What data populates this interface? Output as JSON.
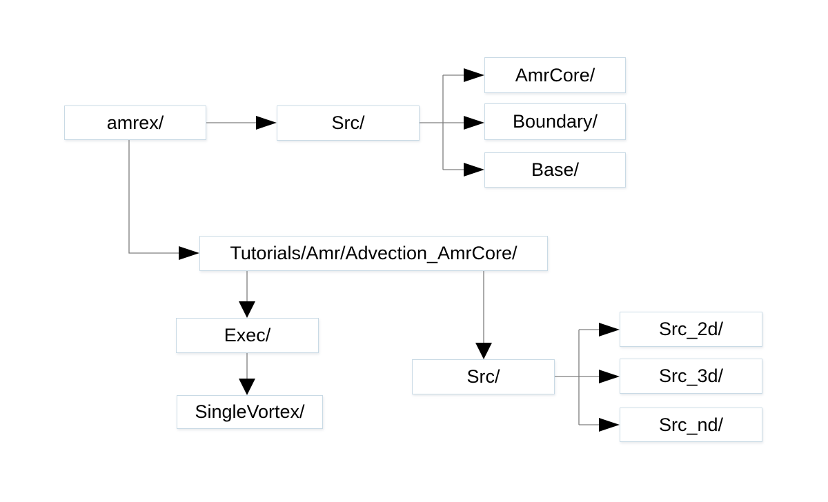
{
  "diagram": {
    "description": "Directory tree flowchart of the amrex source repository",
    "colors": {
      "background": "#ffffff",
      "box_fill": "#ffffff",
      "box_border": "#c9dae5",
      "connector": "#7d7d7d",
      "arrowhead": "#000000",
      "text": "#000000"
    },
    "nodes": {
      "amrex": "amrex/",
      "src_top": "Src/",
      "amrcore": "AmrCore/",
      "boundary": "Boundary/",
      "base": "Base/",
      "tutorials": "Tutorials/Amr/Advection_AmrCore/",
      "exec": "Exec/",
      "singlevortex": "SingleVortex/",
      "src_bottom": "Src/",
      "src_2d": "Src_2d/",
      "src_3d": "Src_3d/",
      "src_nd": "Src_nd/"
    },
    "edges": [
      {
        "from": "amrex",
        "to": "src_top"
      },
      {
        "from": "src_top",
        "to": "amrcore"
      },
      {
        "from": "src_top",
        "to": "boundary"
      },
      {
        "from": "src_top",
        "to": "base"
      },
      {
        "from": "amrex",
        "to": "tutorials"
      },
      {
        "from": "tutorials",
        "to": "exec"
      },
      {
        "from": "exec",
        "to": "singlevortex"
      },
      {
        "from": "tutorials",
        "to": "src_bottom"
      },
      {
        "from": "src_bottom",
        "to": "src_2d"
      },
      {
        "from": "src_bottom",
        "to": "src_3d"
      },
      {
        "from": "src_bottom",
        "to": "src_nd"
      }
    ]
  }
}
